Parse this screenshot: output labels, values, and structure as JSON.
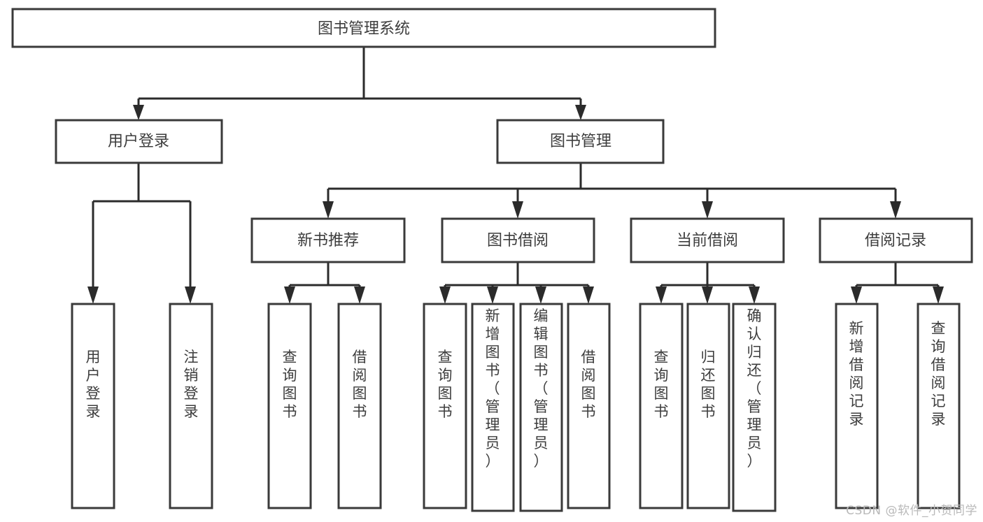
{
  "diagram": {
    "type": "tree",
    "title": "图书管理系统",
    "watermark": "CSDN @软件_小贺同学",
    "colors": {
      "background": "#ffffff",
      "node_fill": "#ffffff",
      "node_stroke": "#3a3a3a",
      "connector": "#2b2b2b",
      "text": "#3d3d3d",
      "watermark": "#b9b9b9"
    },
    "root": {
      "label": "图书管理系统"
    },
    "level2": [
      {
        "label": "用户登录"
      },
      {
        "label": "图书管理"
      }
    ],
    "level3": [
      {
        "label": "新书推荐",
        "parent": "图书管理"
      },
      {
        "label": "图书借阅",
        "parent": "图书管理"
      },
      {
        "label": "当前借阅",
        "parent": "图书管理"
      },
      {
        "label": "借阅记录",
        "parent": "图书管理"
      }
    ],
    "leaves": [
      {
        "label": "用户登录",
        "parent": "用户登录"
      },
      {
        "label": "注销登录",
        "parent": "用户登录"
      },
      {
        "label": "查询图书",
        "parent": "新书推荐"
      },
      {
        "label": "借阅图书",
        "parent": "新书推荐"
      },
      {
        "label": "查询图书",
        "parent": "图书借阅"
      },
      {
        "label": "新增图书（管理员）",
        "parent": "图书借阅"
      },
      {
        "label": "编辑图书（管理员）",
        "parent": "图书借阅"
      },
      {
        "label": "借阅图书",
        "parent": "图书借阅"
      },
      {
        "label": "查询图书",
        "parent": "当前借阅"
      },
      {
        "label": "归还图书",
        "parent": "当前借阅"
      },
      {
        "label": "确认归还（管理员）",
        "parent": "当前借阅"
      },
      {
        "label": "新增借阅记录",
        "parent": "借阅记录"
      },
      {
        "label": "查询借阅记录",
        "parent": "借阅记录"
      }
    ]
  }
}
